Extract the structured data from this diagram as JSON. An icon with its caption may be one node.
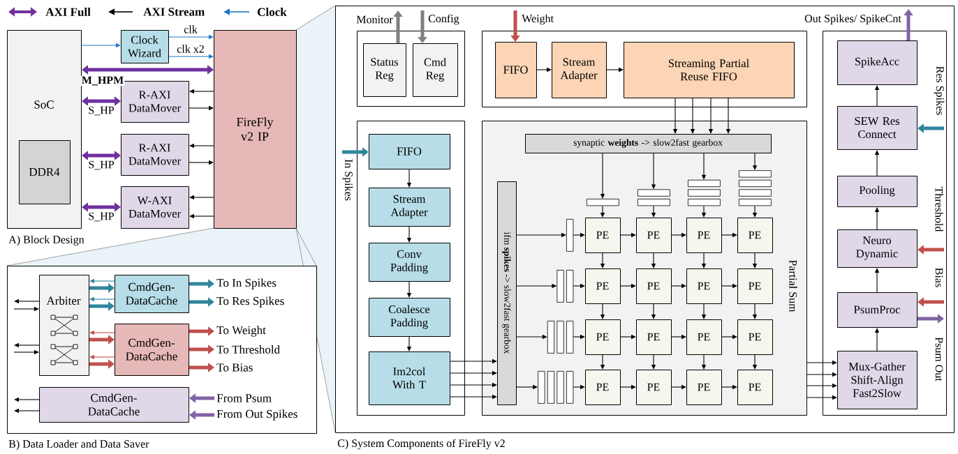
{
  "diagram": {
    "nodes": [
      {
        "text": [
          "SoC"
        ]
      },
      {
        "text": [
          "DDR4"
        ],
        "in": 0
      },
      {
        "text": [
          "Clock Wizard"
        ]
      },
      {
        "text": [
          "R-AXI DataMover"
        ]
      },
      {
        "text": [
          "R-AXI DataMover"
        ]
      },
      {
        "text": [
          "W-AXI DataMover"
        ]
      },
      {
        "text": [
          "FireFly v2 IP"
        ]
      },
      {
        "text": [
          "B) Data Loader and Data Saver"
        ]
      },
      {
        "text": [
          "Arbiter"
        ],
        "in": 7
      },
      {
        "text": [
          "CmdGen-DataCache"
        ],
        "in": 7
      },
      {
        "text": [
          "CmdGen-DataCache"
        ],
        "in": 7
      },
      {
        "text": [
          "CmdGen-DataCache"
        ],
        "in": 7
      },
      {
        "text": [
          "To In Spikes"
        ],
        "in": 7
      },
      {
        "text": [
          "To Res Spikes"
        ],
        "in": 7
      },
      {
        "text": [
          "To Weight"
        ],
        "in": 7
      },
      {
        "text": [
          "To Threshold"
        ],
        "in": 7
      },
      {
        "text": [
          "To Bias"
        ],
        "in": 7
      },
      {
        "text": [
          "From Psum"
        ],
        "in": 7
      },
      {
        "text": [
          "From Out Spikes"
        ],
        "in": 7
      },
      {
        "text": [
          "C) System Components of FireFly v2"
        ]
      },
      {
        "text": [],
        "shape": "box",
        "in": 19
      },
      {
        "text": [
          "Status Reg"
        ],
        "in": 20
      },
      {
        "text": [
          "Cmd Reg"
        ],
        "in": 20
      },
      {
        "text": [],
        "shape": "box",
        "in": 19
      },
      {
        "text": [
          "FIFO"
        ],
        "in": 23
      },
      {
        "text": [
          "Stream Adapter"
        ],
        "in": 23
      },
      {
        "text": [
          "Streaming Partial Reuse FIFO"
        ],
        "in": 23
      },
      {
        "text": [],
        "shape": "box",
        "in": 19
      },
      {
        "text": [
          "FIFO"
        ],
        "in": 27
      },
      {
        "text": [
          "Stream Adapter"
        ],
        "in": 27
      },
      {
        "text": [
          "Conv Padding"
        ],
        "in": 27
      },
      {
        "text": [
          "Coalesce Padding"
        ],
        "in": 27
      },
      {
        "text": [
          "Im2col With T"
        ],
        "in": 27
      },
      {
        "text": [
          "Partial Sum"
        ],
        "in": 19
      },
      {
        "text": [
          "synaptic **weights** -> slow2fast gearbox"
        ],
        "in": 33
      },
      {
        "text": [
          "ifm **spikes** -> slow2fast gearbox"
        ],
        "in": 33
      },
      {
        "text": [],
        "shape": "bar",
        "in": 33
      },
      {
        "text": [],
        "shape": "bar",
        "in": 33
      },
      {
        "text": [],
        "shape": "bar",
        "in": 33
      },
      {
        "text": [],
        "shape": "bar",
        "in": 33
      },
      {
        "text": [],
        "shape": "bar",
        "in": 33
      },
      {
        "text": [],
        "shape": "bar",
        "in": 33
      },
      {
        "text": [],
        "shape": "bar",
        "in": 33
      },
      {
        "text": [],
        "shape": "bar",
        "in": 33
      },
      {
        "text": [],
        "shape": "bar",
        "in": 33
      },
      {
        "text": [],
        "shape": "bar",
        "in": 33
      },
      {
        "text": [],
        "shape": "bar",
        "in": 33
      },
      {
        "text": [],
        "shape": "bar",
        "in": 33
      },
      {
        "text": [],
        "shape": "bar",
        "in": 33
      },
      {
        "text": [],
        "shape": "bar",
        "in": 33
      },
      {
        "text": [],
        "shape": "bar",
        "in": 33
      },
      {
        "text": [],
        "shape": "bar",
        "in": 33
      },
      {
        "text": [],
        "shape": "bar",
        "in": 33
      },
      {
        "text": [],
        "shape": "bar",
        "in": 33
      },
      {
        "text": [],
        "shape": "bar",
        "in": 33
      },
      {
        "text": [],
        "shape": "bar",
        "in": 33
      },
      {
        "text": [
          "PE"
        ],
        "in": 33
      },
      {
        "text": [
          "PE"
        ],
        "in": 33
      },
      {
        "text": [
          "PE"
        ],
        "in": 33
      },
      {
        "text": [
          "PE"
        ],
        "in": 33
      },
      {
        "text": [
          "PE"
        ],
        "in": 33
      },
      {
        "text": [
          "PE"
        ],
        "in": 33
      },
      {
        "text": [
          "PE"
        ],
        "in": 33
      },
      {
        "text": [
          "PE"
        ],
        "in": 33
      },
      {
        "text": [
          "PE"
        ],
        "in": 33
      },
      {
        "text": [
          "PE"
        ],
        "in": 33
      },
      {
        "text": [
          "PE"
        ],
        "in": 33
      },
      {
        "text": [
          "PE"
        ],
        "in": 33
      },
      {
        "text": [
          "PE"
        ],
        "in": 33
      },
      {
        "text": [
          "PE"
        ],
        "in": 33
      },
      {
        "text": [
          "PE"
        ],
        "in": 33
      },
      {
        "text": [
          "PE"
        ],
        "in": 33
      },
      {
        "text": [],
        "shape": "box",
        "in": 19
      },
      {
        "text": [
          "SpikeAcc"
        ],
        "in": 72
      },
      {
        "text": [
          "SEW Res Connect"
        ],
        "in": 72
      },
      {
        "text": [
          "Pooling"
        ],
        "in": 72
      },
      {
        "text": [
          "Neuro Dynamic"
        ],
        "in": 72
      },
      {
        "text": [
          "PsumProc"
        ],
        "in": 72
      },
      {
        "text": [
          "Mux-Gather Shift-Align Fast2Slow"
        ],
        "in": 72
      }
    ],
    "edges": [
      {
        "from": 0,
        "to": 2,
        "arrow": "to",
        "color": "#1f78c8"
      },
      {
        "from": 2,
        "to": 6,
        "arrow": "to",
        "label": "clk",
        "color": "#1f78c8"
      },
      {
        "from": 2,
        "to": 6,
        "arrow": "to",
        "label": "clk x2",
        "color": "#1f78c8"
      },
      {
        "from": 0,
        "to": 6,
        "arrow": "both",
        "label": "M_HPM",
        "style": "thick",
        "color": "#7030a0"
      },
      {
        "from": 0,
        "to": 3,
        "arrow": "both",
        "label": "S_HP",
        "style": "thick",
        "color": "#7030a0"
      },
      {
        "from": 0,
        "to": 4,
        "arrow": "both",
        "label": "S_HP",
        "style": "thick",
        "color": "#7030a0"
      },
      {
        "from": 0,
        "to": 5,
        "arrow": "both",
        "label": "S_HP",
        "style": "thick",
        "color": "#7030a0"
      },
      {
        "from": 6,
        "to": 3,
        "arrow": "to"
      },
      {
        "from": 3,
        "to": 6,
        "arrow": "to"
      },
      {
        "from": 6,
        "to": 4,
        "arrow": "to"
      },
      {
        "from": 4,
        "to": 6,
        "arrow": "to"
      },
      {
        "from": 6,
        "to": 5,
        "arrow": "to"
      },
      {
        "from": 6,
        "to": 5,
        "arrow": "to"
      },
      {
        "from": 9,
        "to": 8,
        "arrow": "to",
        "color": "#31859c"
      },
      {
        "from": 8,
        "to": 9,
        "arrow": "to",
        "style": "thick",
        "color": "#31859c"
      },
      {
        "from": 9,
        "to": 8,
        "arrow": "to",
        "color": "#31859c"
      },
      {
        "from": 8,
        "to": 9,
        "arrow": "to",
        "style": "thick",
        "color": "#31859c"
      },
      {
        "from": 10,
        "to": 8,
        "arrow": "to",
        "color": "#c0504d"
      },
      {
        "from": 8,
        "to": 10,
        "arrow": "to",
        "style": "thick",
        "color": "#c0504d"
      },
      {
        "from": 10,
        "to": 8,
        "arrow": "to",
        "color": "#c0504d"
      },
      {
        "from": 8,
        "to": 10,
        "arrow": "to",
        "style": "thick",
        "color": "#c0504d"
      },
      {
        "from": 9,
        "to": 12,
        "arrow": "to",
        "style": "thick",
        "color": "#31859c"
      },
      {
        "from": 9,
        "to": 13,
        "arrow": "to",
        "style": "thick",
        "color": "#31859c"
      },
      {
        "from": 10,
        "to": 14,
        "arrow": "to",
        "style": "thick",
        "color": "#c0504d"
      },
      {
        "from": 10,
        "to": 15,
        "arrow": "to",
        "style": "thick",
        "color": "#c0504d"
      },
      {
        "from": 10,
        "to": 16,
        "arrow": "to",
        "style": "thick",
        "color": "#c0504d"
      },
      {
        "from": 17,
        "to": 11,
        "arrow": "to",
        "style": "thick",
        "color": "#8064a2"
      },
      {
        "from": 18,
        "to": 11,
        "arrow": "to",
        "style": "thick",
        "color": "#8064a2"
      },
      {
        "from": 8,
        "to": null,
        "arrow": "to"
      },
      {
        "from": null,
        "to": 8,
        "arrow": "to"
      },
      {
        "from": 8,
        "to": null,
        "arrow": "to"
      },
      {
        "from": null,
        "to": 8,
        "arrow": "to"
      },
      {
        "from": 11,
        "to": null,
        "arrow": "to"
      },
      {
        "from": 11,
        "to": null,
        "arrow": "to"
      },
      {
        "from": 21,
        "to": null,
        "arrow": "to",
        "label": "Monitor",
        "style": "thick",
        "color": "#808080"
      },
      {
        "from": null,
        "to": 22,
        "arrow": "to",
        "label": "Config",
        "style": "thick",
        "color": "#808080"
      },
      {
        "from": null,
        "to": 24,
        "arrow": "to",
        "label": "Weight",
        "style": "thick",
        "color": "#c0504d"
      },
      {
        "from": 24,
        "to": 25,
        "arrow": "to"
      },
      {
        "from": 25,
        "to": 26,
        "arrow": "to"
      },
      {
        "from": 26,
        "to": 34,
        "arrow": "to"
      },
      {
        "from": 26,
        "to": 34,
        "arrow": "to"
      },
      {
        "from": 26,
        "to": 34,
        "arrow": "to"
      },
      {
        "from": 26,
        "to": 34,
        "arrow": "to"
      },
      {
        "from": null,
        "to": 28,
        "arrow": "to",
        "label": "In Spikes",
        "style": "thick",
        "color": "#31859c"
      },
      {
        "from": 28,
        "to": 29,
        "arrow": "to"
      },
      {
        "from": 29,
        "to": 30,
        "arrow": "to"
      },
      {
        "from": 30,
        "to": 31,
        "arrow": "to"
      },
      {
        "from": 31,
        "to": 32,
        "arrow": "to"
      },
      {
        "from": 32,
        "to": 35,
        "arrow": "to"
      },
      {
        "from": 32,
        "to": 35,
        "arrow": "to"
      },
      {
        "from": 32,
        "to": 35,
        "arrow": "to"
      },
      {
        "from": 32,
        "to": 35,
        "arrow": "to"
      },
      {
        "from": 34,
        "to": 36,
        "arrow": "to"
      },
      {
        "from": 34,
        "to": 37,
        "arrow": "to"
      },
      {
        "from": 34,
        "to": 39,
        "arrow": "to"
      },
      {
        "from": 34,
        "to": 42,
        "arrow": "to"
      },
      {
        "from": 36,
        "to": 56,
        "arrow": "to"
      },
      {
        "from": 38,
        "to": 57,
        "arrow": "to"
      },
      {
        "from": 41,
        "to": 58,
        "arrow": "to"
      },
      {
        "from": 45,
        "to": 59,
        "arrow": "to"
      },
      {
        "from": 35,
        "to": 46,
        "arrow": "to"
      },
      {
        "from": 35,
        "to": 47,
        "arrow": "to"
      },
      {
        "from": 35,
        "to": 49,
        "arrow": "to"
      },
      {
        "from": 35,
        "to": 52,
        "arrow": "to"
      },
      {
        "from": 46,
        "to": 56,
        "arrow": "to"
      },
      {
        "from": 48,
        "to": 60,
        "arrow": "to"
      },
      {
        "from": 51,
        "to": 64,
        "arrow": "to"
      },
      {
        "from": 55,
        "to": 68,
        "arrow": "to"
      },
      {
        "from": 56,
        "to": 57,
        "arrow": "to"
      },
      {
        "from": 57,
        "to": 58,
        "arrow": "to"
      },
      {
        "from": 58,
        "to": 59,
        "arrow": "to"
      },
      {
        "from": 60,
        "to": 61,
        "arrow": "to"
      },
      {
        "from": 61,
        "to": 62,
        "arrow": "to"
      },
      {
        "from": 62,
        "to": 63,
        "arrow": "to"
      },
      {
        "from": 64,
        "to": 65,
        "arrow": "to"
      },
      {
        "from": 65,
        "to": 66,
        "arrow": "to"
      },
      {
        "from": 66,
        "to": 67,
        "arrow": "to"
      },
      {
        "from": 68,
        "to": 69,
        "arrow": "to"
      },
      {
        "from": 69,
        "to": 70,
        "arrow": "to"
      },
      {
        "from": 70,
        "to": 71,
        "arrow": "to"
      },
      {
        "from": 56,
        "to": 60,
        "arrow": "to"
      },
      {
        "from": 57,
        "to": 61,
        "arrow": "to"
      },
      {
        "from": 58,
        "to": 62,
        "arrow": "to"
      },
      {
        "from": 59,
        "to": 63,
        "arrow": "to"
      },
      {
        "from": 60,
        "to": 64,
        "arrow": "to"
      },
      {
        "from": 61,
        "to": 65,
        "arrow": "to"
      },
      {
        "from": 62,
        "to": 66,
        "arrow": "to"
      },
      {
        "from": 63,
        "to": 67,
        "arrow": "to"
      },
      {
        "from": 64,
        "to": 68,
        "arrow": "to"
      },
      {
        "from": 65,
        "to": 69,
        "arrow": "to"
      },
      {
        "from": 66,
        "to": 70,
        "arrow": "to"
      },
      {
        "from": 67,
        "to": 71,
        "arrow": "to"
      },
      {
        "from": 33,
        "to": 78,
        "arrow": "to"
      },
      {
        "from": 33,
        "to": 78,
        "arrow": "to"
      },
      {
        "from": 33,
        "to": 78,
        "arrow": "to"
      },
      {
        "from": 33,
        "to": 78,
        "arrow": "to"
      },
      {
        "from": 78,
        "to": 77,
        "arrow": "to"
      },
      {
        "from": 77,
        "to": 76,
        "arrow": "to"
      },
      {
        "from": 76,
        "to": 75,
        "arrow": "to"
      },
      {
        "from": 75,
        "to": 74,
        "arrow": "to"
      },
      {
        "from": 74,
        "to": 73,
        "arrow": "to"
      },
      {
        "from": 73,
        "to": null,
        "arrow": "to",
        "label": "Out Spikes/ SpikeCnt",
        "style": "thick",
        "color": "#8064a2"
      },
      {
        "from": null,
        "to": 74,
        "arrow": "to",
        "label": "Res Spikes",
        "style": "thick",
        "color": "#31859c"
      },
      {
        "from": null,
        "to": 76,
        "arrow": "to",
        "label": "Threshold",
        "style": "thick",
        "color": "#c0504d"
      },
      {
        "from": null,
        "to": 77,
        "arrow": "to",
        "label": "Bias",
        "style": "thick",
        "color": "#c0504d"
      },
      {
        "from": 77,
        "to": null,
        "arrow": "to",
        "label": "Psum Out",
        "style": "thick",
        "color": "#8064a2"
      }
    ],
    "labels": [
      "A) Block Design"
    ],
    "legend": [
      {
        "text": "AXI Full"
      },
      {
        "text": "AXI Stream"
      },
      {
        "text": "Clock"
      }
    ]
  }
}
